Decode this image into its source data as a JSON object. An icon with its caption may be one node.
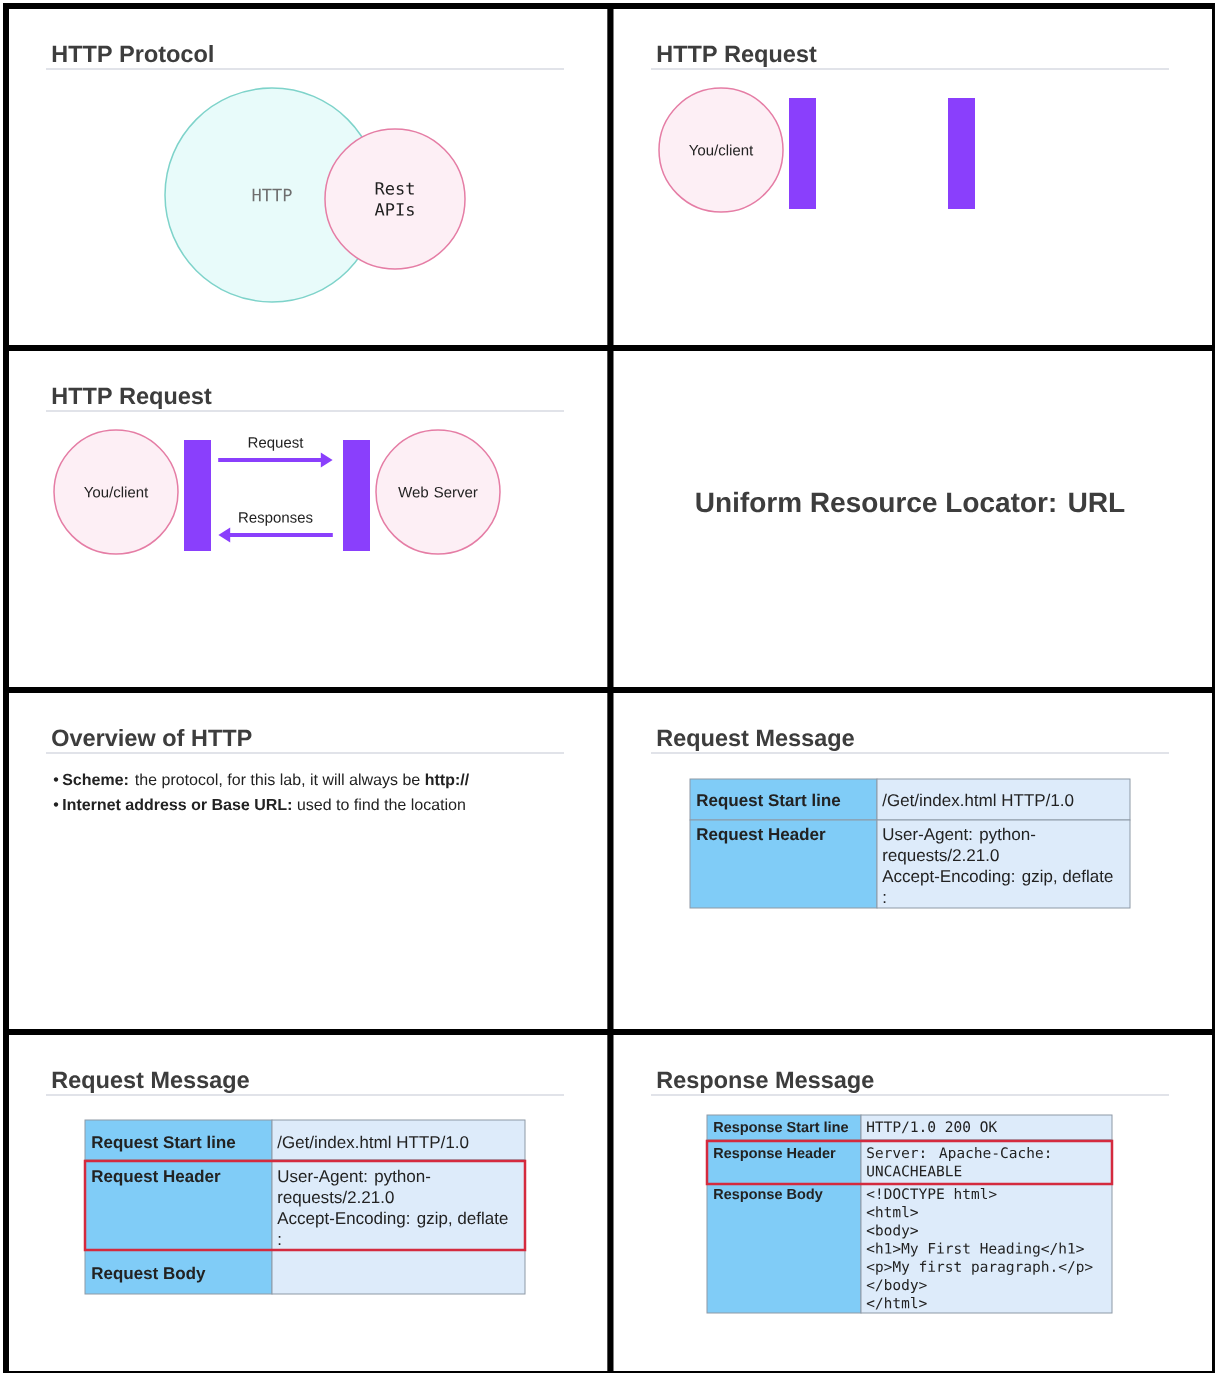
{
  "diagram": {
    "nodes": [
      {
        "text": [
          "HTTP Protocol"
        ]
      },
      {
        "text": [
          "HTTP"
        ],
        "in": 0
      },
      {
        "text": [
          "Rest APIs"
        ],
        "in": 0
      },
      {
        "text": [
          "HTTP Request"
        ]
      },
      {
        "text": [
          "You/client"
        ],
        "in": 3
      },
      {
        "text": [],
        "shape": "bar",
        "in": 3
      },
      {
        "text": [],
        "shape": "bar",
        "in": 3
      },
      {
        "text": [
          "HTTP Request"
        ]
      },
      {
        "text": [
          "You/client"
        ],
        "in": 7
      },
      {
        "text": [],
        "shape": "bar",
        "in": 7
      },
      {
        "text": [],
        "shape": "bar",
        "in": 7
      },
      {
        "text": [
          "Web Server"
        ],
        "in": 7
      },
      {
        "text": [
          "Uniform Resource Locator: URL"
        ]
      },
      {
        "text": [
          "Overview of HTTP"
        ]
      },
      {
        "text": [
          "Request Message"
        ]
      },
      {
        "text": [
          "Request Message"
        ]
      },
      {
        "text": [
          "Response Message"
        ]
      }
    ],
    "edges": [
      {
        "from": 9,
        "to": 10,
        "arrow": "to",
        "label": "Request"
      },
      {
        "from": 10,
        "to": 9,
        "arrow": "to",
        "label": "Responses"
      }
    ],
    "labels": [
      "**Scheme:** the protocol, for this lab, it will always be **http://**",
      "**Internet address or Base URL:** used to find the location",
      "Request Start line",
      "/Get/index.html HTTP/1.0",
      "Request Header",
      "User-Agent: python-requests/2.21.0",
      "Accept-Encoding: gzip, deflate",
      ":",
      "Request Start line",
      "/Get/index.html HTTP/1.0",
      "Request Header",
      "User-Agent: python-requests/2.21.0",
      "Accept-Encoding: gzip, deflate",
      ":",
      "Request Body",
      "Response Start line",
      "HTTP/1.0 200 OK",
      "Response Header",
      "Server: Apache-Cache: UNCACHEABLE",
      "Response Body",
      "<!DOCTYPE html>",
      "<html>",
      "<body>",
      "<h1>My First Heading</h1>",
      "<p>My first paragraph.</p>",
      "</body>",
      "</html>"
    ]
  }
}
